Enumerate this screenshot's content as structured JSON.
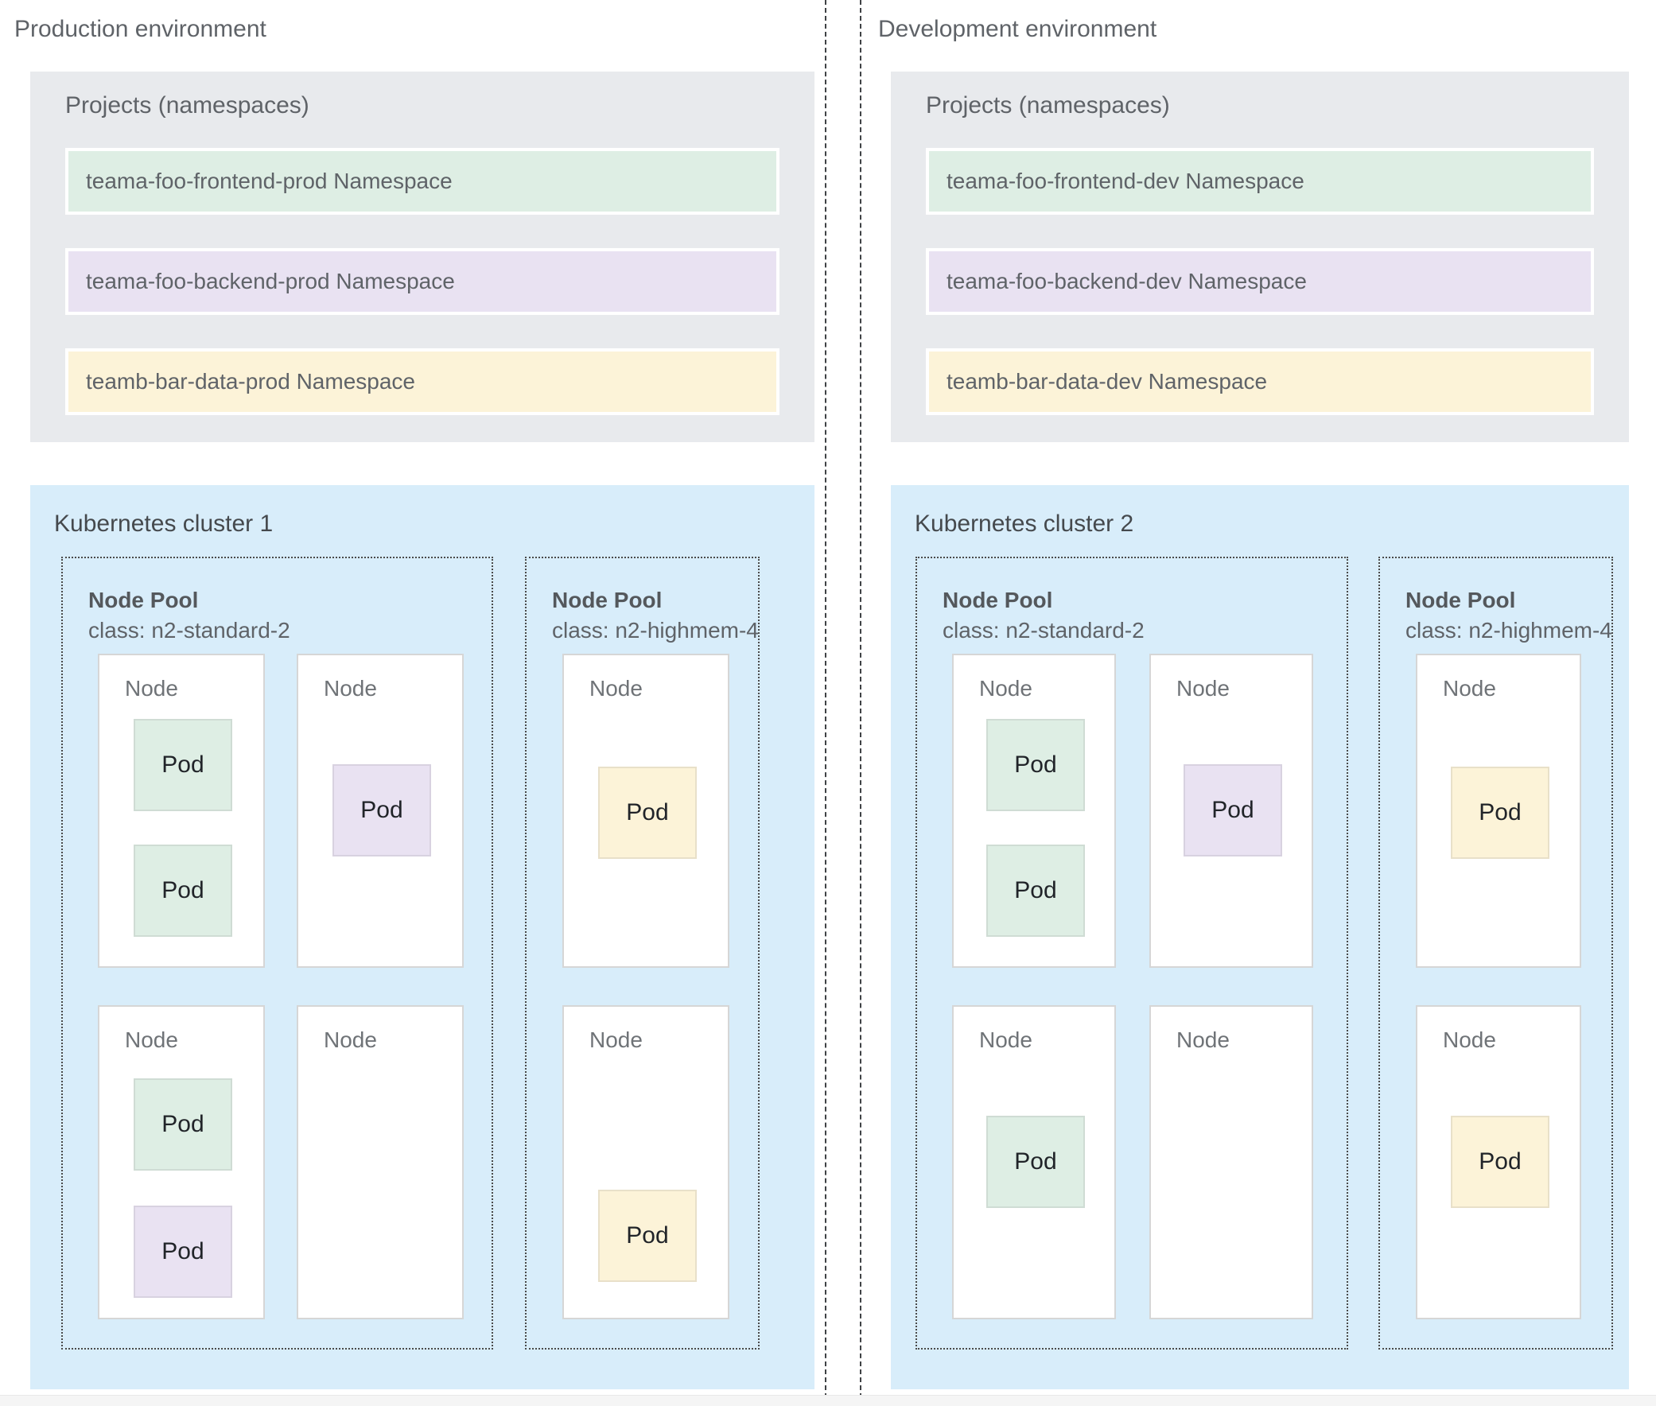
{
  "colors": {
    "green": "#deeee4",
    "purple": "#e9e2f2",
    "yellow": "#fcf3d8",
    "cluster_bg": "#d8edfa",
    "projects_bg": "#e8eaed"
  },
  "environments": [
    {
      "title": "Production environment",
      "projects": {
        "label": "Projects (namespaces)",
        "namespaces": [
          {
            "label": "teama-foo-frontend-prod Namespace",
            "color": "green"
          },
          {
            "label": "teama-foo-backend-prod Namespace",
            "color": "purple"
          },
          {
            "label": "teamb-bar-data-prod Namespace",
            "color": "yellow"
          }
        ]
      },
      "cluster": {
        "title": "Kubernetes cluster 1",
        "node_pools": [
          {
            "name": "Node Pool",
            "class_label": "class: n2-standard-2",
            "nodes": [
              {
                "label": "Node",
                "pods": [
                  {
                    "label": "Pod",
                    "color": "green"
                  },
                  {
                    "label": "Pod",
                    "color": "green"
                  }
                ]
              },
              {
                "label": "Node",
                "pods": [
                  {
                    "label": "Pod",
                    "color": "purple"
                  }
                ]
              },
              {
                "label": "Node",
                "pods": [
                  {
                    "label": "Pod",
                    "color": "green"
                  },
                  {
                    "label": "Pod",
                    "color": "purple"
                  }
                ]
              },
              {
                "label": "Node",
                "pods": []
              }
            ]
          },
          {
            "name": "Node Pool",
            "class_label": "class: n2-highmem-4",
            "nodes": [
              {
                "label": "Node",
                "pods": [
                  {
                    "label": "Pod",
                    "color": "yellow"
                  }
                ]
              },
              {
                "label": "Node",
                "pods": [
                  {
                    "label": "Pod",
                    "color": "yellow"
                  }
                ]
              }
            ]
          }
        ]
      }
    },
    {
      "title": "Development environment",
      "projects": {
        "label": "Projects (namespaces)",
        "namespaces": [
          {
            "label": "teama-foo-frontend-dev Namespace",
            "color": "green"
          },
          {
            "label": "teama-foo-backend-dev Namespace",
            "color": "purple"
          },
          {
            "label": "teamb-bar-data-dev Namespace",
            "color": "yellow"
          }
        ]
      },
      "cluster": {
        "title": "Kubernetes cluster 2",
        "node_pools": [
          {
            "name": "Node Pool",
            "class_label": "class: n2-standard-2",
            "nodes": [
              {
                "label": "Node",
                "pods": [
                  {
                    "label": "Pod",
                    "color": "green"
                  },
                  {
                    "label": "Pod",
                    "color": "green"
                  }
                ]
              },
              {
                "label": "Node",
                "pods": [
                  {
                    "label": "Pod",
                    "color": "purple"
                  }
                ]
              },
              {
                "label": "Node",
                "pods": [
                  {
                    "label": "Pod",
                    "color": "green"
                  }
                ]
              },
              {
                "label": "Node",
                "pods": []
              }
            ]
          },
          {
            "name": "Node Pool",
            "class_label": "class: n2-highmem-4",
            "nodes": [
              {
                "label": "Node",
                "pods": [
                  {
                    "label": "Pod",
                    "color": "yellow"
                  }
                ]
              },
              {
                "label": "Node",
                "pods": [
                  {
                    "label": "Pod",
                    "color": "yellow"
                  }
                ]
              }
            ]
          }
        ]
      }
    }
  ]
}
